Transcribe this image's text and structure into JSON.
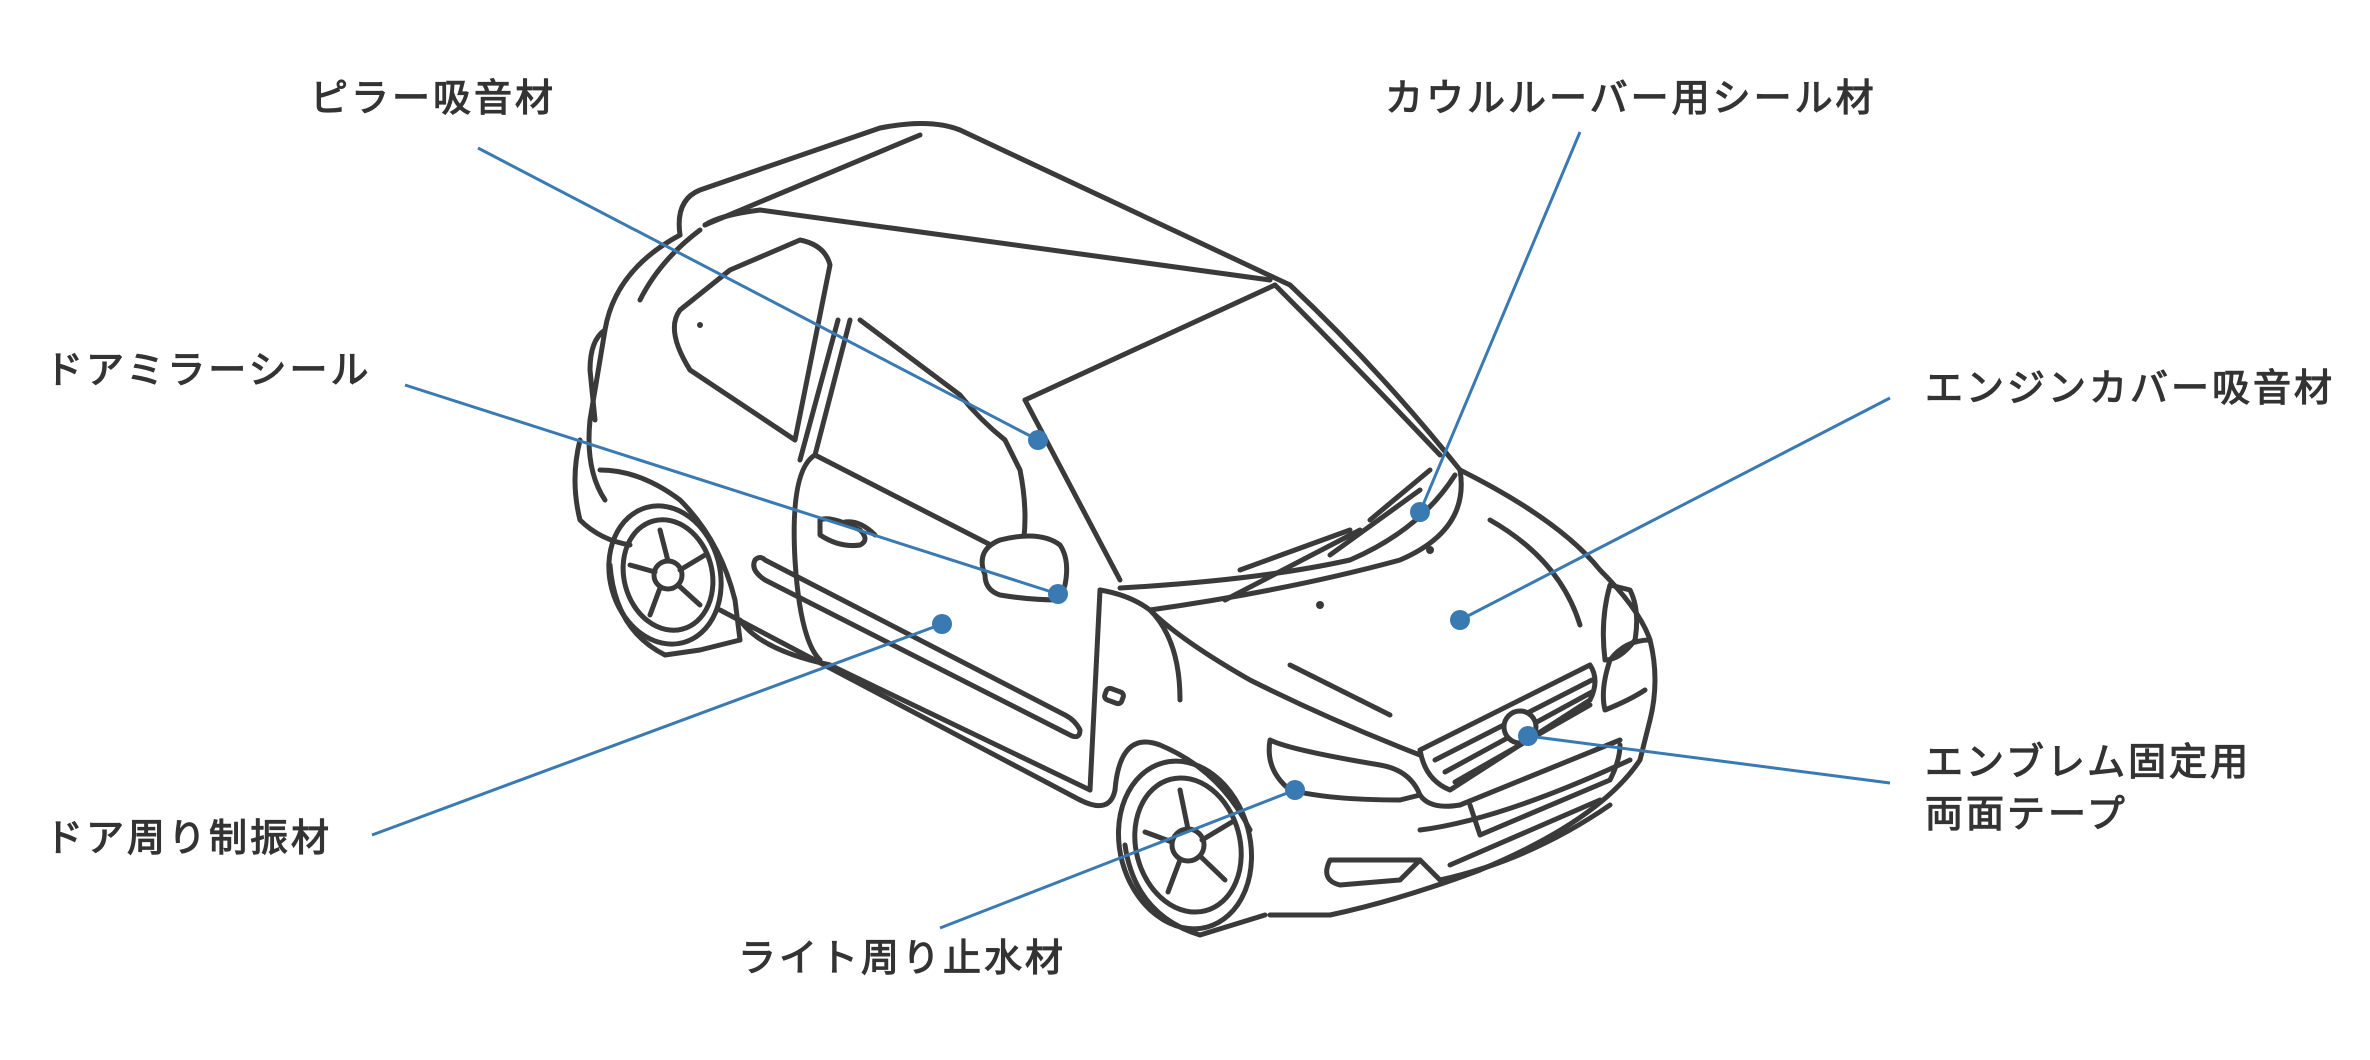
{
  "accent_color": "#3a7ab3",
  "labels": {
    "pillar": "ピラー吸音材",
    "cowl_louver": "カウルルーバー用シール材",
    "door_mirror": "ドアミラーシール",
    "engine_cover": "エンジンカバー吸音材",
    "door_damping": "ドア周り制振材",
    "emblem_line1": "エンブレム固定用",
    "emblem_line2": "両面テープ",
    "light_seal": "ライト周り止水材"
  }
}
